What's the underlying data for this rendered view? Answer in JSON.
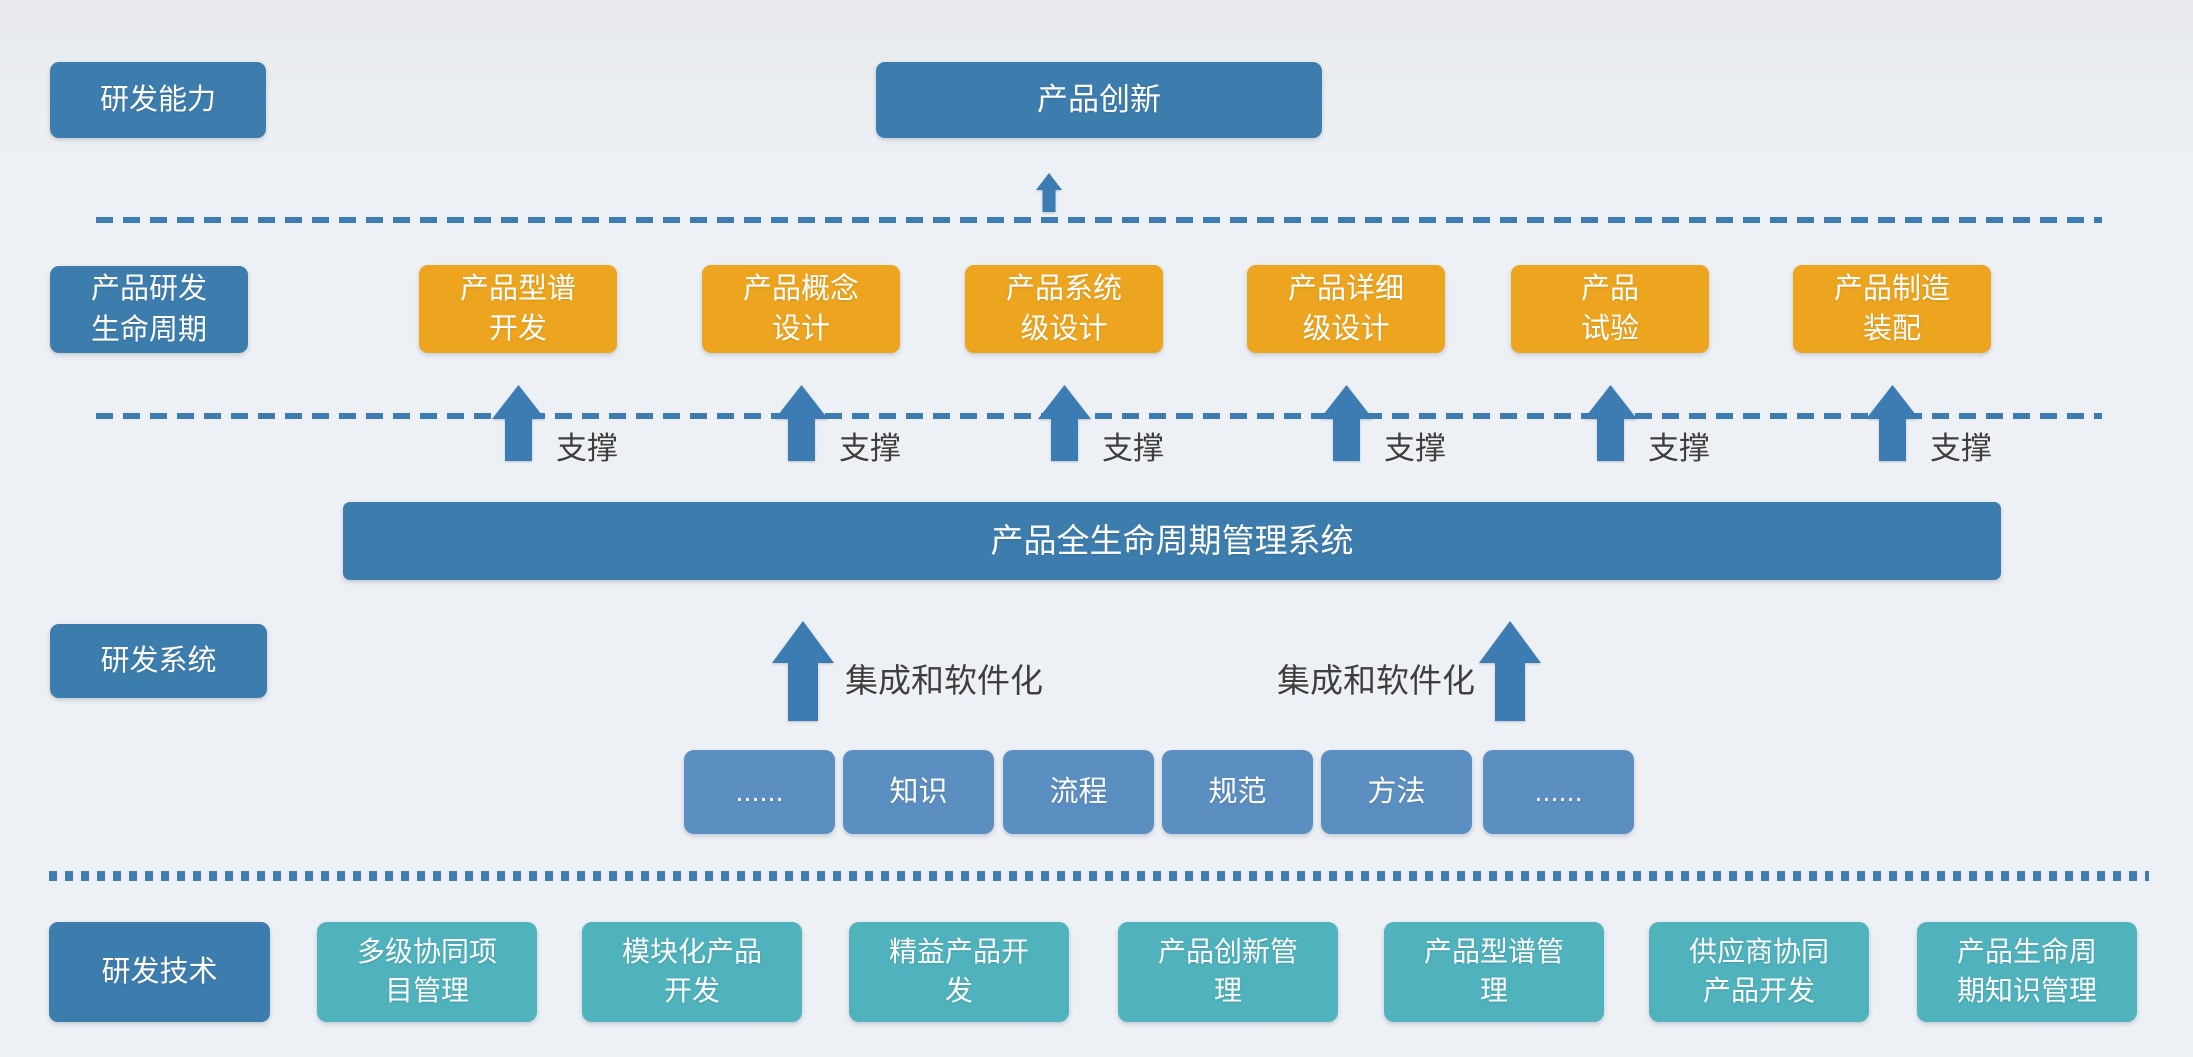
{
  "palette": {
    "dark_blue": "#3d7dae",
    "orange": "#eda51f",
    "mid_blue": "#5b8ec1",
    "teal": "#4fb2bd",
    "arrow_blue": "#3c7cb3",
    "line_blue": "#3d7cb0",
    "support_text": "#3f3f3f"
  },
  "row_labels": {
    "capability": "研发能力",
    "lifecycle": "产品研发\n生命周期",
    "system": "研发系统",
    "technology": "研发技术"
  },
  "innovation": "产品创新",
  "plm_bar": "产品全生命周期管理系统",
  "labels": {
    "support": "支撑",
    "integration": "集成和软件化"
  },
  "lifecycle_stages": [
    {
      "label": "产品型谱\n开发"
    },
    {
      "label": "产品概念\n设计"
    },
    {
      "label": "产品系统\n级设计"
    },
    {
      "label": "产品详细\n级设计"
    },
    {
      "label": "产品\n试验"
    },
    {
      "label": "产品制造\n装配"
    }
  ],
  "system_elements": [
    "......",
    "知识",
    "流程",
    "规范",
    "方法",
    "......"
  ],
  "technologies": [
    "多级协同项\n目管理",
    "模块化产品\n开发",
    "精益产品开\n发",
    "产品创新管\n理",
    "产品型谱管\n理",
    "供应商协同\n产品开发",
    "产品生命周\n期知识管理"
  ]
}
